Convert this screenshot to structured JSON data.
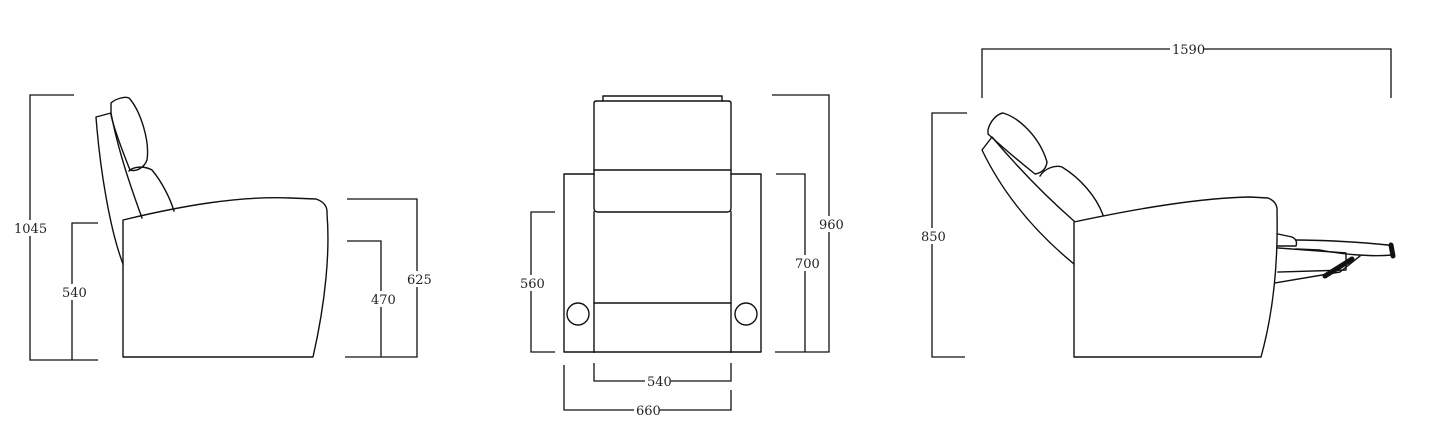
{
  "views": {
    "side": {
      "dim_total_height": "1045",
      "dim_seat_height": "540",
      "dim_armrest_height": "625",
      "dim_seat_depth": "470"
    },
    "front": {
      "dim_back_height": "960",
      "dim_body_height": "700",
      "dim_arm_height": "560",
      "dim_seat_width": "540",
      "dim_total_width": "660"
    },
    "reclined": {
      "dim_reclined_length": "1590",
      "dim_height": "850"
    }
  }
}
